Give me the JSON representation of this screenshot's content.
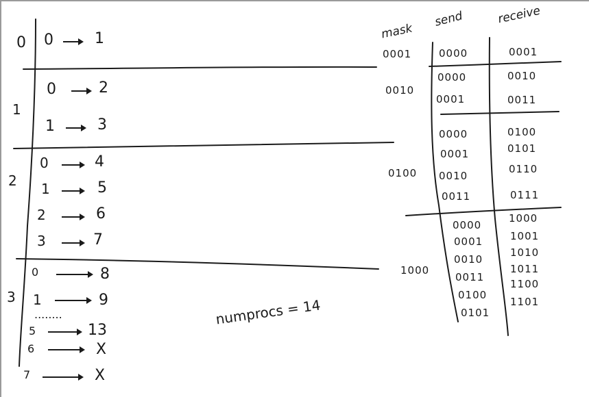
{
  "left_table": {
    "groups": [
      {
        "level": "0",
        "rows": [
          {
            "from": "0",
            "to": "1"
          }
        ]
      },
      {
        "level": "1",
        "rows": [
          {
            "from": "0",
            "to": "2"
          },
          {
            "from": "1",
            "to": "3"
          }
        ]
      },
      {
        "level": "2",
        "rows": [
          {
            "from": "0",
            "to": "4"
          },
          {
            "from": "1",
            "to": "5"
          },
          {
            "from": "2",
            "to": "6"
          },
          {
            "from": "3",
            "to": "7"
          }
        ]
      },
      {
        "level": "3",
        "rows": [
          {
            "from": "0",
            "to": "8"
          },
          {
            "from": "1",
            "to": "9"
          },
          {
            "from": "5",
            "to": "13"
          },
          {
            "from": "6",
            "to": "X"
          },
          {
            "from": "7",
            "to": "X"
          }
        ]
      }
    ],
    "ellipsis": "........"
  },
  "note": "numprocs = 14",
  "right_table": {
    "headers": {
      "mask": "mask",
      "send": "send",
      "receive": "receive"
    },
    "groups": [
      {
        "mask": "0001",
        "rows": [
          {
            "send": "0000",
            "receive": "0001"
          }
        ]
      },
      {
        "mask": "0010",
        "rows": [
          {
            "send": "0000",
            "receive": "0010"
          },
          {
            "send": "0001",
            "receive": "0011"
          }
        ]
      },
      {
        "mask": "0100",
        "rows": [
          {
            "send": "0000",
            "receive": "0100"
          },
          {
            "send": "0001",
            "receive": "0101"
          },
          {
            "send": "0010",
            "receive": "0110"
          },
          {
            "send": "0011",
            "receive": "0111"
          }
        ]
      },
      {
        "mask": "1000",
        "rows": [
          {
            "send": "0000",
            "receive": "1000"
          },
          {
            "send": "0001",
            "receive": "1001"
          },
          {
            "send": "0010",
            "receive": "1010"
          },
          {
            "send": "0011",
            "receive": "1011"
          },
          {
            "send": "0100",
            "receive": "1100"
          },
          {
            "send": "0101",
            "receive": "1101"
          }
        ]
      }
    ]
  }
}
